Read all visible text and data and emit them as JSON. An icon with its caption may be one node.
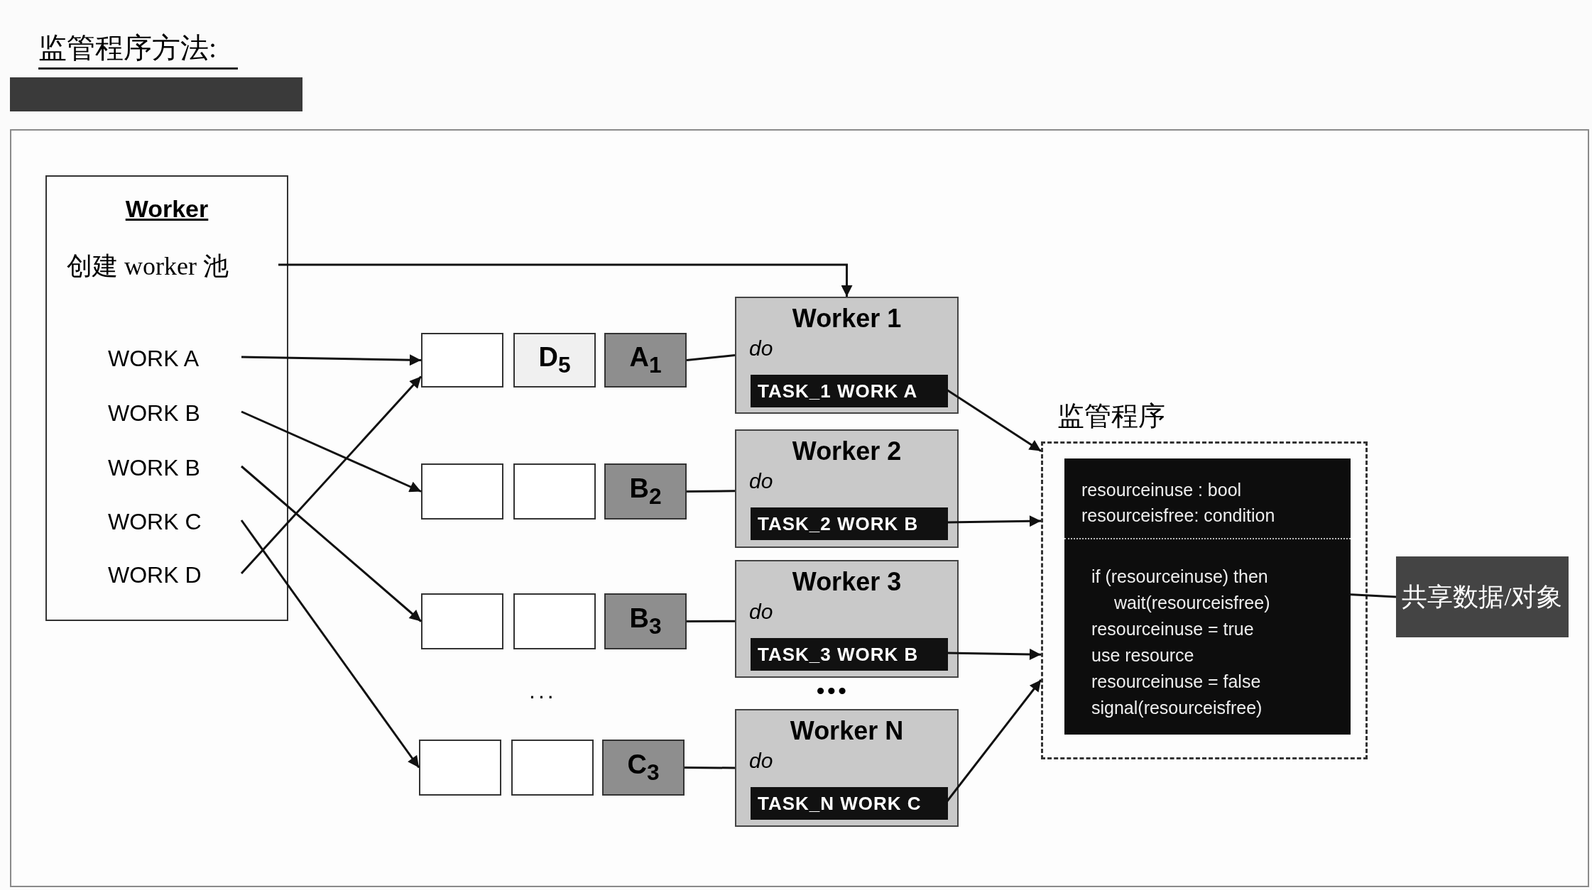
{
  "diagram": {
    "nodes": [
      {
        "text": [
          "Worker"
        ]
      },
      {
        "text": [
          "创建 worker 池"
        ],
        "in": 0
      },
      {
        "text": [
          "WORK A"
        ],
        "in": 0
      },
      {
        "text": [
          "WORK B"
        ],
        "in": 0
      },
      {
        "text": [
          "WORK B"
        ],
        "in": 0
      },
      {
        "text": [
          "WORK C"
        ],
        "in": 0
      },
      {
        "text": [
          "WORK D"
        ],
        "in": 0
      },
      {
        "text": [],
        "shape": "box"
      },
      {
        "text": [
          "D$_{5}$"
        ]
      },
      {
        "text": [
          "A$_{1}$"
        ]
      },
      {
        "text": [
          "Worker 1",
          "do"
        ]
      },
      {
        "text": [
          "TASK_1 WORK A"
        ],
        "in": 10
      },
      {
        "text": [],
        "shape": "box"
      },
      {
        "text": [],
        "shape": "box"
      },
      {
        "text": [
          "B$_{2}$"
        ]
      },
      {
        "text": [
          "Worker 2",
          "do"
        ]
      },
      {
        "text": [
          "TASK_2 WORK B"
        ],
        "in": 15
      },
      {
        "text": [],
        "shape": "box"
      },
      {
        "text": [],
        "shape": "box"
      },
      {
        "text": [
          "B$_{3}$"
        ]
      },
      {
        "text": [
          "Worker 3",
          "do"
        ]
      },
      {
        "text": [
          "TASK_3 WORK B"
        ],
        "in": 20
      },
      {
        "text": [],
        "shape": "box"
      },
      {
        "text": [],
        "shape": "box"
      },
      {
        "text": [
          "C$_{3}$"
        ]
      },
      {
        "text": [
          "Worker N",
          "do"
        ]
      },
      {
        "text": [
          "TASK_N WORK C"
        ],
        "in": 25
      },
      {
        "text": [
          "监管程序"
        ]
      },
      {
        "text": [
          "resourceinuse : bool",
          "resourceisfree: condition",
          "if (resourceinuse) then",
          "wait(resourceisfree)",
          "resourceinuse = true",
          "use resource",
          "resourceinuse = false",
          "signal(resourceisfree)"
        ],
        "in": 27
      },
      {
        "text": [
          "共享数据/对象"
        ]
      }
    ],
    "edges": [
      {
        "from": 1,
        "to": 10,
        "arrow": "to"
      },
      {
        "from": 2,
        "to": 7,
        "arrow": "to"
      },
      {
        "from": 3,
        "to": 12,
        "arrow": "to"
      },
      {
        "from": 4,
        "to": 17,
        "arrow": "to"
      },
      {
        "from": 5,
        "to": 22,
        "arrow": "to"
      },
      {
        "from": 6,
        "to": 7,
        "arrow": "to"
      },
      {
        "from": 9,
        "to": 10,
        "arrow": "none"
      },
      {
        "from": 14,
        "to": 15,
        "arrow": "none"
      },
      {
        "from": 19,
        "to": 20,
        "arrow": "none"
      },
      {
        "from": 24,
        "to": 25,
        "arrow": "none"
      },
      {
        "from": 11,
        "to": 27,
        "arrow": "to"
      },
      {
        "from": 16,
        "to": 27,
        "arrow": "to"
      },
      {
        "from": 21,
        "to": 27,
        "arrow": "to"
      },
      {
        "from": 26,
        "to": 27,
        "arrow": "to"
      },
      {
        "from": 28,
        "to": 29,
        "arrow": "none"
      }
    ],
    "labels": [
      "监管程序方法:",
      "...",
      "•••"
    ]
  }
}
